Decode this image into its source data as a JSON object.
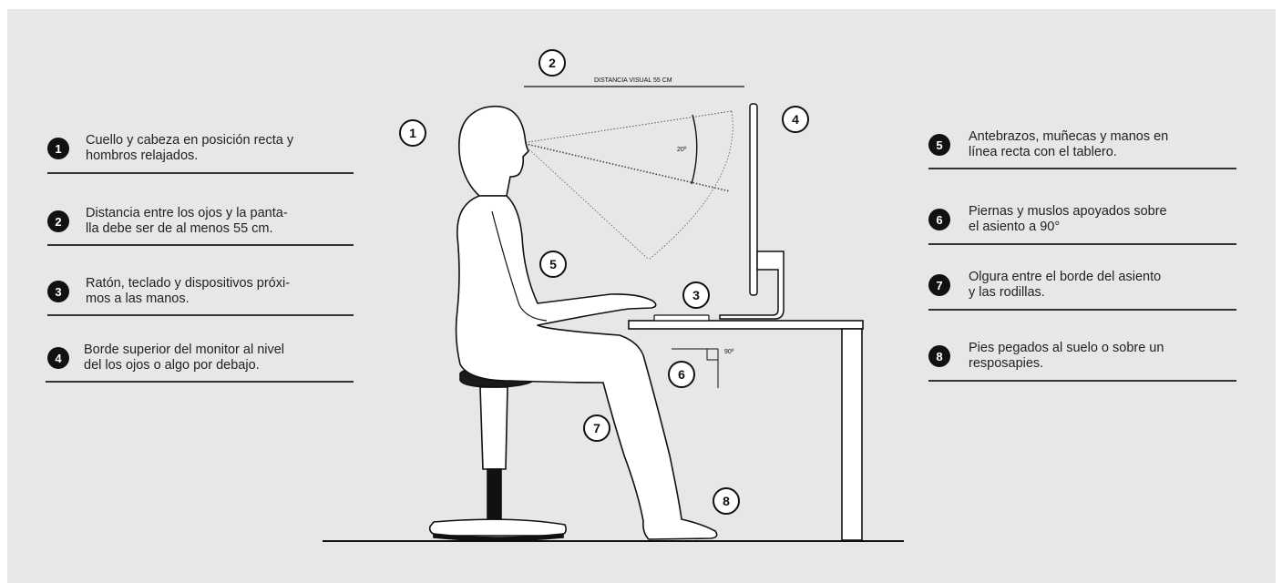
{
  "left_items": [
    {
      "num": "1",
      "text": "Cuello y cabeza en posición recta y\nhombros relajados."
    },
    {
      "num": "2",
      "text": "Distancia entre los ojos y la panta-\nlla debe ser de al menos 55 cm."
    },
    {
      "num": "3",
      "text": "Ratón, teclado y dispositivos próxi-\nmos a las manos."
    },
    {
      "num": "4",
      "text": "Borde superior del monitor al nivel\ndel los ojos o algo por debajo."
    }
  ],
  "right_items": [
    {
      "num": "5",
      "text": "Antebrazos, muñecas y manos en\nlínea recta con el tablero."
    },
    {
      "num": "6",
      "text": "Piernas y muslos apoyados sobre\nel asiento a 90°"
    },
    {
      "num": "7",
      "text": "Olgura entre el borde del asiento\ny las rodillas."
    },
    {
      "num": "8",
      "text": "Pies pegados al suelo o sobre un\nresposapies."
    }
  ],
  "diagram": {
    "visual_distance_label": "DISTANCIA VISUAL 55 CM",
    "view_angle_label": "20º",
    "knee_angle_label": "90º",
    "markers": [
      "1",
      "2",
      "3",
      "4",
      "5",
      "6",
      "7",
      "8"
    ]
  },
  "colors": {
    "background": "#e8e7e5",
    "ink": "#111111",
    "figure_fill": "#ffffff"
  }
}
